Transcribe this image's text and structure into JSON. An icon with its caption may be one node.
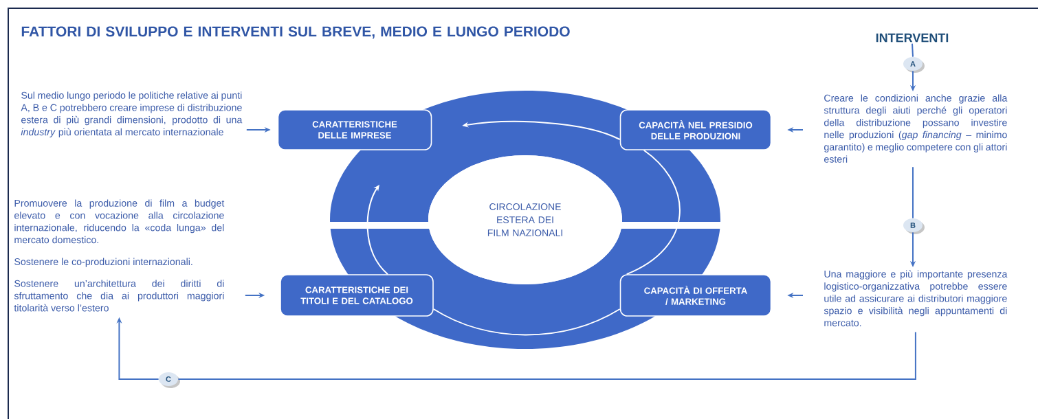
{
  "diagram": {
    "title": "FATTORI DI SVILUPPO E INTERVENTI SUL BREVE, MEDIO E LUNGO PERIODO",
    "nodes": [
      {
        "text": [
          "CARATTERISTICHE DELLE IMPRESE"
        ]
      },
      {
        "text": [
          "CAPACITÀ NEL PRESIDIO DELLE PRODUZIONI"
        ]
      },
      {
        "text": [
          "CARATTERISTICHE DEI TITOLI E DEL CATALOGO"
        ]
      },
      {
        "text": [
          "CAPACITÀ DI OFFERTA / MARKETING"
        ]
      },
      {
        "text": [
          "CIRCOLAZIONE ESTERA DEI FILM NAZIONALI"
        ]
      },
      {
        "text": [
          "Sul medio lungo periodo le politiche relative ai punti A, B e C potrebbero creare imprese di distribuzione estera di più grandi dimensioni, prodotto di una *industry* più orientata al mercato internazionale"
        ]
      },
      {
        "text": [
          "Promuovere la produzione di film a budget elevato e con vocazione alla circolazione internazionale, riducendo la «coda lunga» del mercato domestico.",
          "Sostenere le co-produzioni internazionali.",
          "Sostenere un’architettura dei diritti di sfruttamento che dia ai produttori maggiori titolarità verso l’estero"
        ]
      },
      {
        "text": [
          "INTERVENTI"
        ]
      },
      {
        "text": [
          "A"
        ]
      },
      {
        "text": [
          "Creare le condizioni anche grazie alla struttura degli aiuti perché gli operatori della distribuzione possano investire nelle produzioni (*gap financing* – minimo garantito) e meglio competere con gli attori esteri"
        ]
      },
      {
        "text": [
          "B"
        ]
      },
      {
        "text": [
          "Una maggiore e più importante presenza logistico-organizzativa potrebbe essere utile ad assicurare ai distributori maggiore spazio e visibilità negli appuntamenti di mercato."
        ]
      },
      {
        "text": [
          "C"
        ]
      }
    ],
    "edges": [
      {
        "from": 5,
        "to": 0,
        "arrow": "to"
      },
      {
        "from": 6,
        "to": 2,
        "arrow": "to"
      },
      {
        "from": 9,
        "to": 1,
        "arrow": "to"
      },
      {
        "from": 11,
        "to": 3,
        "arrow": "to"
      },
      {
        "from": 7,
        "to": 8,
        "arrow": "none"
      },
      {
        "from": 8,
        "to": 9,
        "arrow": "to"
      },
      {
        "from": 9,
        "to": 10,
        "arrow": "none"
      },
      {
        "from": 10,
        "to": 11,
        "arrow": "to"
      },
      {
        "from": 11,
        "to": 12,
        "arrow": "none"
      },
      {
        "from": 12,
        "to": 6,
        "arrow": "to"
      },
      {
        "from": 1,
        "to": 0,
        "arrow": "to",
        "color": "#ffffff"
      },
      {
        "from": 2,
        "to": 0,
        "arrow": "to",
        "color": "#ffffff"
      },
      {
        "from": 3,
        "to": 2,
        "arrow": "none",
        "color": "#ffffff"
      },
      {
        "from": 1,
        "to": 3,
        "arrow": "none",
        "color": "#ffffff"
      }
    ]
  }
}
